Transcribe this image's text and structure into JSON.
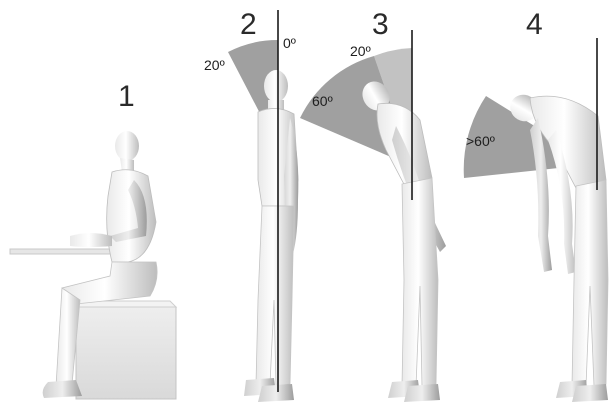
{
  "panels": [
    {
      "number": "1",
      "angles": []
    },
    {
      "number": "2",
      "angles": [
        "20º",
        "0º"
      ]
    },
    {
      "number": "3",
      "angles": [
        "20º",
        "60º"
      ]
    },
    {
      "number": "4",
      "angles": [
        ">60º"
      ]
    }
  ],
  "colors": {
    "sector": "#8f8f8f",
    "figure_light": "#f2f2f2",
    "figure_mid": "#d6d6d6",
    "figure_dark": "#a9a9a9",
    "line": "#1a1a1a",
    "furniture": "#e3e3e3"
  }
}
